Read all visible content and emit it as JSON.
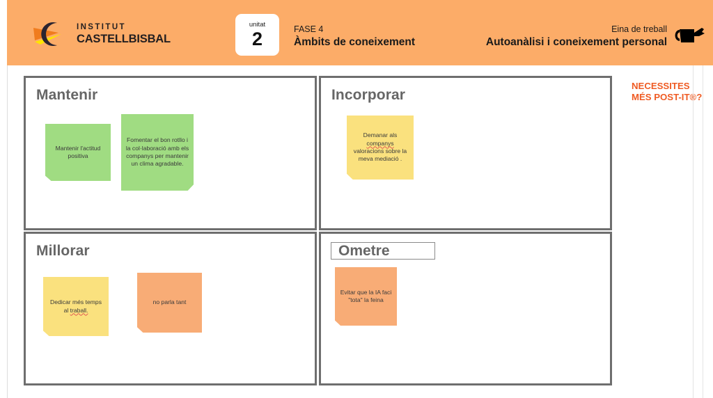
{
  "header": {
    "background_color": "#fcac68",
    "logo": {
      "icon": "institut-castellbisbal-logo",
      "line1": "INSTITUT",
      "line2": "CASTELLBISBAL"
    },
    "unit_badge": {
      "label": "unitat",
      "number": "2"
    },
    "phase": {
      "kicker": "FASE 4",
      "title": "Àmbits de coneixement"
    },
    "tool": {
      "kicker": "Eina de treball",
      "title": "Autoanàlisi i coneixement personal",
      "icon": "watering-can-icon"
    }
  },
  "sidebar": {
    "cta_line1": "NECESSITES",
    "cta_line2": "MÉS POST-IT®?",
    "cta_color": "#ef5b23"
  },
  "board": {
    "note_colors": {
      "green": "#a0dc82",
      "yellow": "#fae17e",
      "orange": "#f8ac76"
    },
    "quadrants": [
      {
        "id": "mantenir",
        "title": "Mantenir",
        "title_boxed": false,
        "notes": [
          {
            "id": "note-mantenir-1",
            "color": "green",
            "text": "Mantenir l'actitud positiva"
          },
          {
            "id": "note-mantenir-2",
            "color": "green",
            "text": "Fomentar el bon rotllo i la col·laboració amb els companys per mantenir un clima agradable."
          }
        ]
      },
      {
        "id": "incorporar",
        "title": "Incorporar",
        "title_boxed": false,
        "notes": [
          {
            "id": "note-incorporar-1",
            "color": "yellow",
            "text": "Demanar als companys valoracions sobre la meva mediació   ."
          }
        ]
      },
      {
        "id": "millorar",
        "title": "Millorar",
        "title_boxed": false,
        "notes": [
          {
            "id": "note-millorar-1",
            "color": "yellow",
            "text": "Dedicar més temps al traball."
          },
          {
            "id": "note-millorar-2",
            "color": "orange",
            "text": "no parla tant"
          }
        ]
      },
      {
        "id": "ometre",
        "title": "Ometre",
        "title_boxed": true,
        "notes": [
          {
            "id": "note-ometre-1",
            "color": "orange",
            "text": "Evitar que la IA faci \"tota\" la feina"
          }
        ]
      }
    ]
  }
}
